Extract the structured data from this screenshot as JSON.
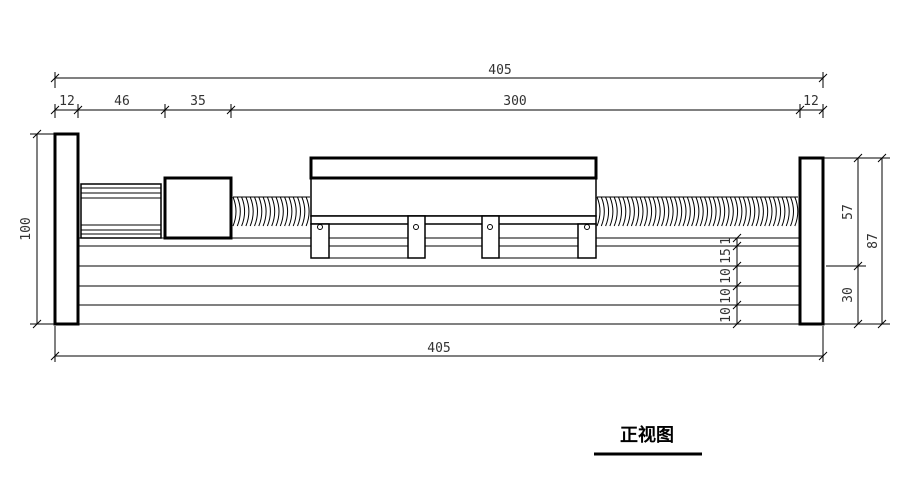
{
  "drawing": {
    "title": "正视图",
    "dims_top": {
      "overall": "405",
      "left_plate": "12",
      "motor": "46",
      "coupling": "35",
      "stroke": "300",
      "right_plate": "12"
    },
    "dims_bottom": {
      "overall": "405"
    },
    "dims_left": {
      "height": "100"
    },
    "dims_right": {
      "upper": "57",
      "lower": "30",
      "total": "87"
    },
    "dims_rail_stack": [
      "10",
      "10",
      "10",
      "15",
      "1"
    ]
  }
}
